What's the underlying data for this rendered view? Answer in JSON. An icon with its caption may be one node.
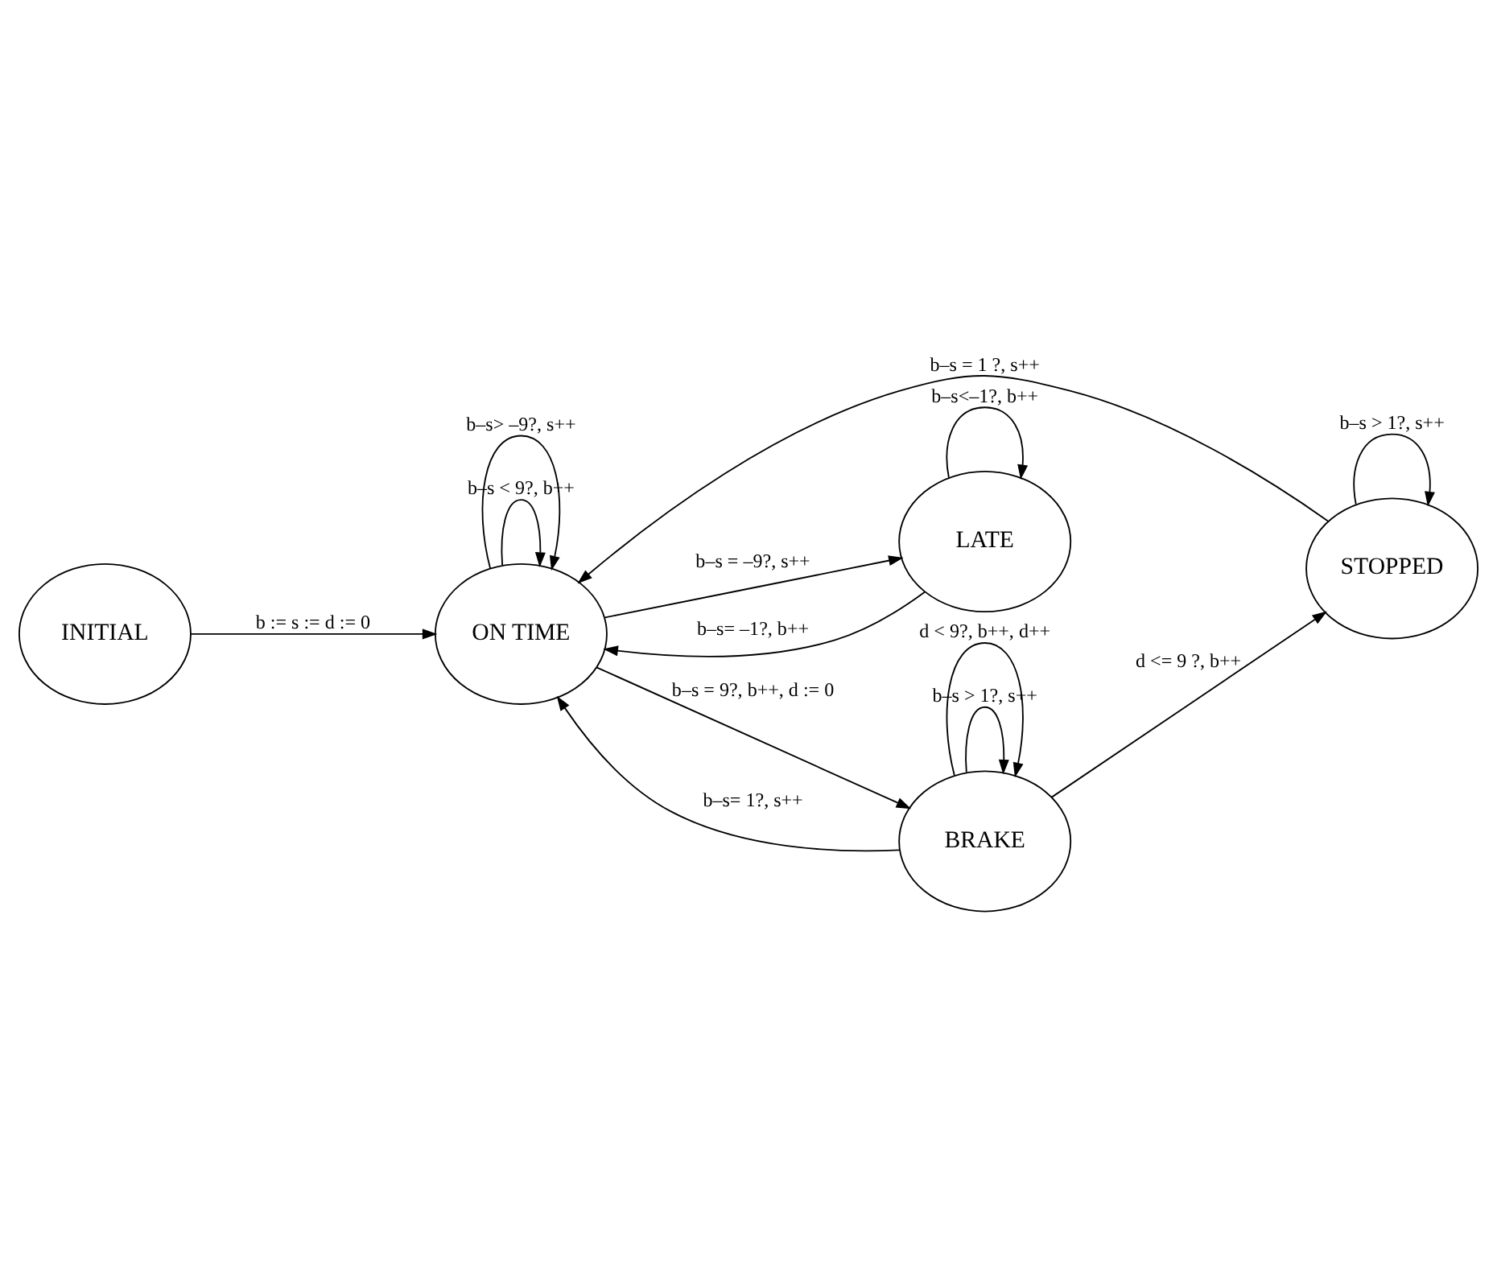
{
  "diagram": {
    "nodes": [
      {
        "text": [
          "INITIAL"
        ]
      },
      {
        "text": [
          "STOPPED"
        ]
      },
      {
        "text": [
          "LATE"
        ]
      },
      {
        "text": [
          "ON TIME"
        ]
      },
      {
        "text": [
          "BRAKE"
        ]
      }
    ],
    "edges": [
      {
        "from": 0,
        "to": 3,
        "arrow": "to",
        "label": "b := s := d := 0"
      },
      {
        "from": 1,
        "to": 1,
        "arrow": "to",
        "label": "b–s > 1?, s++"
      },
      {
        "from": 1,
        "to": 3,
        "arrow": "to",
        "label": "b–s = 1 ?, s++"
      },
      {
        "from": 4,
        "to": 1,
        "arrow": "to",
        "label": "d <= 9 ?, b++"
      },
      {
        "from": 2,
        "to": 2,
        "arrow": "to",
        "label": "b–s<–1?, b++"
      },
      {
        "from": 2,
        "to": 3,
        "arrow": "to",
        "label": "b–s= –1?, b++"
      },
      {
        "from": 3,
        "to": 2,
        "arrow": "to",
        "label": "b–s = –9?, s++"
      },
      {
        "from": 3,
        "to": 4,
        "arrow": "to",
        "label": "b–s = 9?, b++, d := 0"
      },
      {
        "from": 4,
        "to": 3,
        "arrow": "to",
        "label": "b–s= 1?, s++"
      },
      {
        "from": 3,
        "to": 3,
        "arrow": "to",
        "label": "b–s < 9?, b++"
      },
      {
        "from": 3,
        "to": 3,
        "arrow": "to",
        "label": "b–s> –9?, s++"
      },
      {
        "from": 4,
        "to": 4,
        "arrow": "to",
        "label": "b–s > 1?, s++"
      },
      {
        "from": 4,
        "to": 4,
        "arrow": "to",
        "label": "d < 9?, b++, d++"
      }
    ]
  }
}
